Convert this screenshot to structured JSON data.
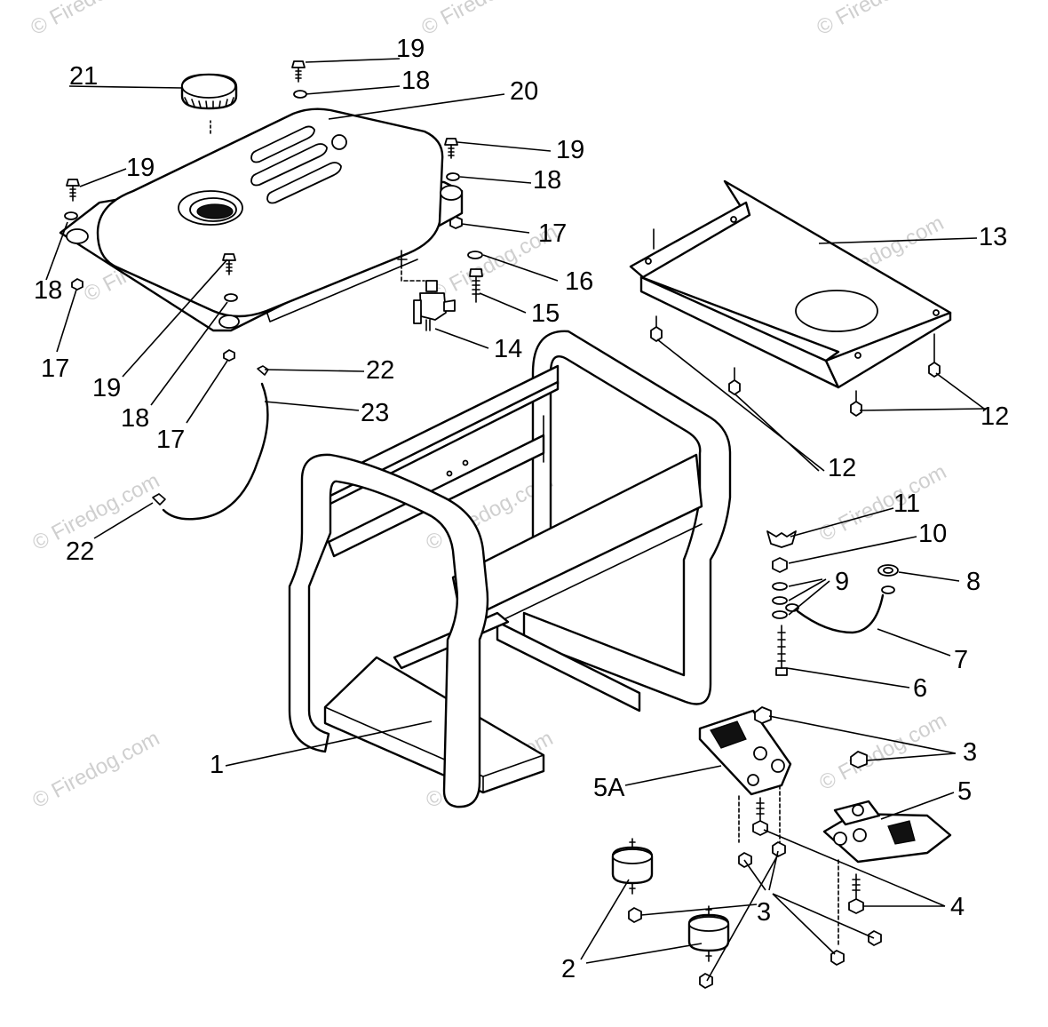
{
  "watermark": {
    "text": "© Firedog.com",
    "color": "#cfcfcf"
  },
  "line_color": "#000000",
  "background": "#ffffff",
  "callouts": {
    "c1": "1",
    "c2": "2",
    "c3a": "3",
    "c3b": "3",
    "c4": "4",
    "c5": "5",
    "c5a": "5A",
    "c6": "6",
    "c7": "7",
    "c8": "8",
    "c9": "9",
    "c10": "10",
    "c11": "11",
    "c12a": "12",
    "c12b": "12",
    "c13": "13",
    "c14": "14",
    "c15": "15",
    "c16": "16",
    "c17a": "17",
    "c17b": "17",
    "c17c": "17",
    "c18a": "18",
    "c18b": "18",
    "c18c": "18",
    "c18d": "18",
    "c19a": "19",
    "c19b": "19",
    "c19c": "19",
    "c19d": "19",
    "c20": "20",
    "c21": "21",
    "c22a": "22",
    "c22b": "22",
    "c23": "23"
  }
}
